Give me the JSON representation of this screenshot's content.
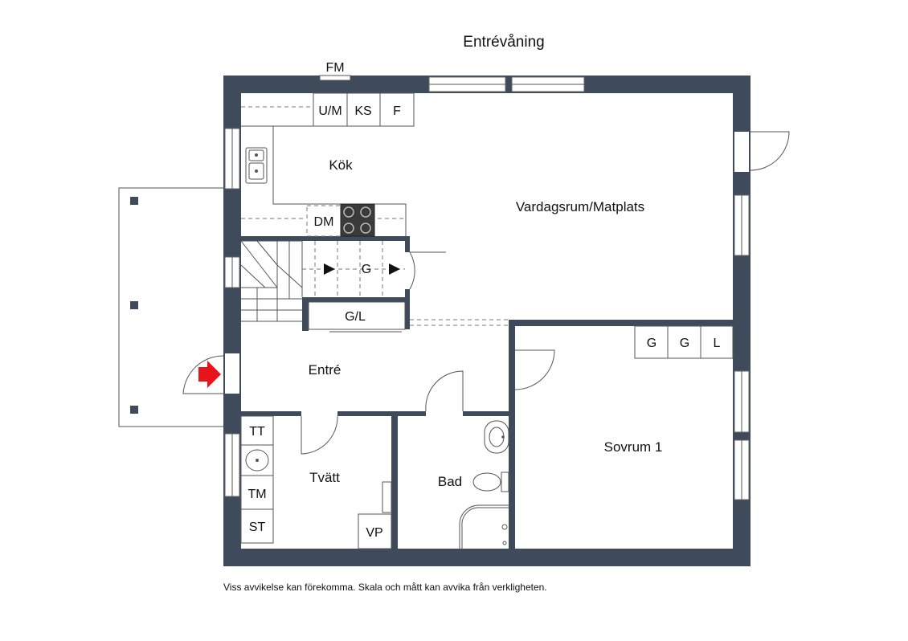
{
  "plan": {
    "title": "Entrévåning",
    "disclaimer": "Viss avvikelse kan förekomma. Skala och mått kan avvika från verkligheten."
  },
  "rooms": {
    "kitchen": "Kök",
    "living": "Vardagsrum/Matplats",
    "entry": "Entré",
    "laundry": "Tvätt",
    "bath": "Bad",
    "bedroom": "Sovrum 1"
  },
  "fixtures": {
    "fm": "FM",
    "um": "U/M",
    "ks": "KS",
    "f": "F",
    "dm": "DM",
    "g_stair": "G",
    "gl": "G/L",
    "g1": "G",
    "g2": "G",
    "l": "L",
    "tt": "TT",
    "tm": "TM",
    "st": "ST",
    "vp": "VP"
  },
  "colors": {
    "wall": "#3f4a5a",
    "entry_arrow": "#e8141b"
  },
  "icons": [
    "sink-icon",
    "stove-icon",
    "washbasin-icon",
    "toilet-icon",
    "shower-icon",
    "entry-arrow-icon",
    "stair-arrow-icon"
  ]
}
